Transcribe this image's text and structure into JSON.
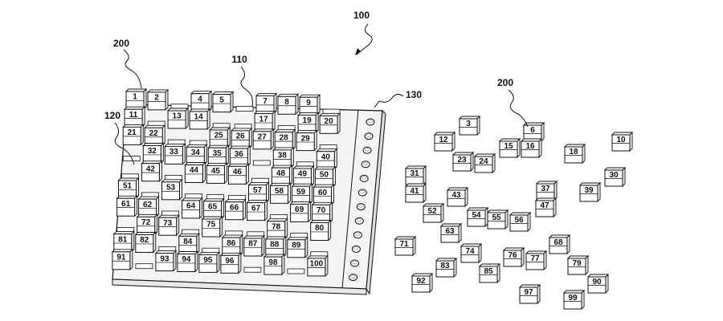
{
  "labels": {
    "device": "100",
    "board": "110",
    "grid": "120",
    "indicator_column": "130",
    "block_left": "200",
    "block_right": "200"
  },
  "board_blocks": [
    "1",
    "2",
    "4",
    "5",
    "7",
    "8",
    "9",
    "11",
    "13",
    "14",
    "17",
    "19",
    "20",
    "21",
    "22",
    "25",
    "26",
    "27",
    "28",
    "29",
    "32",
    "33",
    "34",
    "35",
    "36",
    "38",
    "40",
    "42",
    "44",
    "45",
    "46",
    "48",
    "49",
    "50",
    "51",
    "53",
    "57",
    "58",
    "59",
    "60",
    "61",
    "62",
    "64",
    "65",
    "66",
    "67",
    "69",
    "70",
    "72",
    "73",
    "75",
    "78",
    "80",
    "81",
    "82",
    "84",
    "86",
    "87",
    "88",
    "89",
    "91",
    "93",
    "94",
    "95",
    "96",
    "98",
    "100"
  ],
  "loose_blocks": [
    "3",
    "6",
    "10",
    "12",
    "15",
    "16",
    "18",
    "23",
    "24",
    "30",
    "31",
    "37",
    "39",
    "41",
    "43",
    "47",
    "52",
    "54",
    "55",
    "56",
    "63",
    "68",
    "71",
    "74",
    "76",
    "77",
    "79",
    "83",
    "85",
    "90",
    "92",
    "97",
    "99"
  ],
  "indicator_count": 12,
  "colors": {
    "line": "#111111",
    "block_face": "#ffffff",
    "board": "#f4f4f4"
  }
}
